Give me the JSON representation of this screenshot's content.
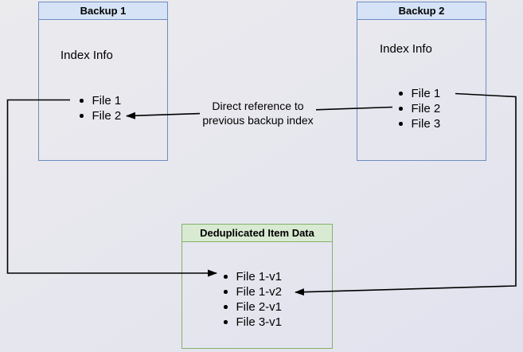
{
  "colors": {
    "blue_fill": "#d6e3f6",
    "blue_border": "#6f8dbf",
    "green_fill": "#d9ead3",
    "green_border": "#82b366",
    "line": "#000000",
    "text": "#000000",
    "bg_top": "#ebebee",
    "bg_bottom": "#e2e2ef"
  },
  "backup1": {
    "title": "Backup 1",
    "subtitle": "Index Info",
    "items": [
      "File 1",
      "File 2"
    ]
  },
  "backup2": {
    "title": "Backup 2",
    "subtitle": "Index Info",
    "items": [
      "File 1",
      "File 2",
      "File 3"
    ]
  },
  "dedup": {
    "title": "Deduplicated Item Data",
    "items": [
      "File 1-v1",
      "File 1-v2",
      "File 2-v1",
      "File 3-v1"
    ]
  },
  "annotation": {
    "line1": "Direct reference to",
    "line2": "previous backup index"
  }
}
